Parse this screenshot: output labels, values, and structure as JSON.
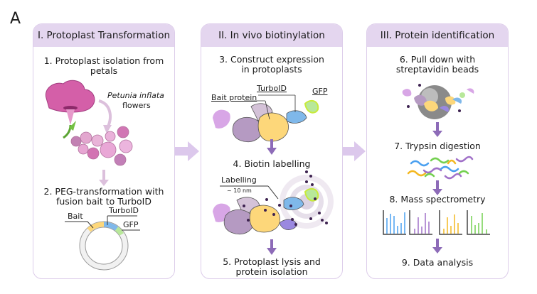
{
  "figure_label": "A",
  "colors": {
    "header": "#e4d6ef",
    "border": "#ddcdea",
    "arrow": "#8d6bb8",
    "big_arrow": "#dcc8ec",
    "bait": "#fdd77a",
    "turboid": "#7fb8ea",
    "gfp": "#b8e89a",
    "biotin": "#3d2250"
  },
  "panels": [
    {
      "title": "I. Protoplast Transformation",
      "steps": [
        "1. Protoplast isolation from petals",
        "2. PEG-transformation with fusion bait to TurboID"
      ],
      "labels": {
        "species": "Petunia inflata",
        "flowers": "flowers",
        "bait": "Bait",
        "turboid": "TurboID",
        "gfp": "GFP"
      }
    },
    {
      "title": "II. In vivo biotinylation",
      "steps": [
        "3. Construct expression in protoplasts",
        "4. Biotin labelling",
        "5. Protoplast lysis and protein isolation"
      ],
      "labels": {
        "bait_protein": "Bait protein",
        "turboid": "TurboID",
        "gfp": "GFP",
        "labelling": "Labelling",
        "radius": "~ 10 nm"
      }
    },
    {
      "title": "III. Protein identification",
      "steps": [
        "6. Pull down with streptavidin beads",
        "7. Trypsin digestion",
        "8. Mass spectrometry",
        "9. Data analysis"
      ]
    }
  ]
}
